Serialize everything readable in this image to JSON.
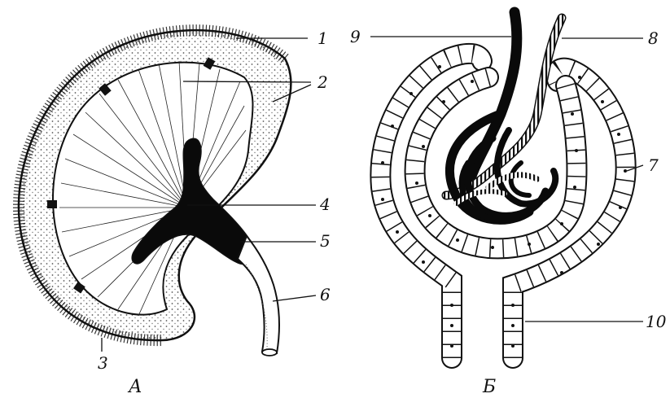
{
  "figure": {
    "panels": [
      {
        "id": "A",
        "label": "А"
      },
      {
        "id": "B",
        "label": "Б"
      }
    ],
    "callouts": {
      "n1": "1",
      "n2": "2",
      "n3": "3",
      "n4": "4",
      "n5": "5",
      "n6": "6",
      "n7": "7",
      "n8": "8",
      "n9": "9",
      "n10": "10"
    }
  },
  "colors": {
    "ink": "#111111",
    "paper": "#ffffff",
    "stipple": "#8a8a8a"
  }
}
